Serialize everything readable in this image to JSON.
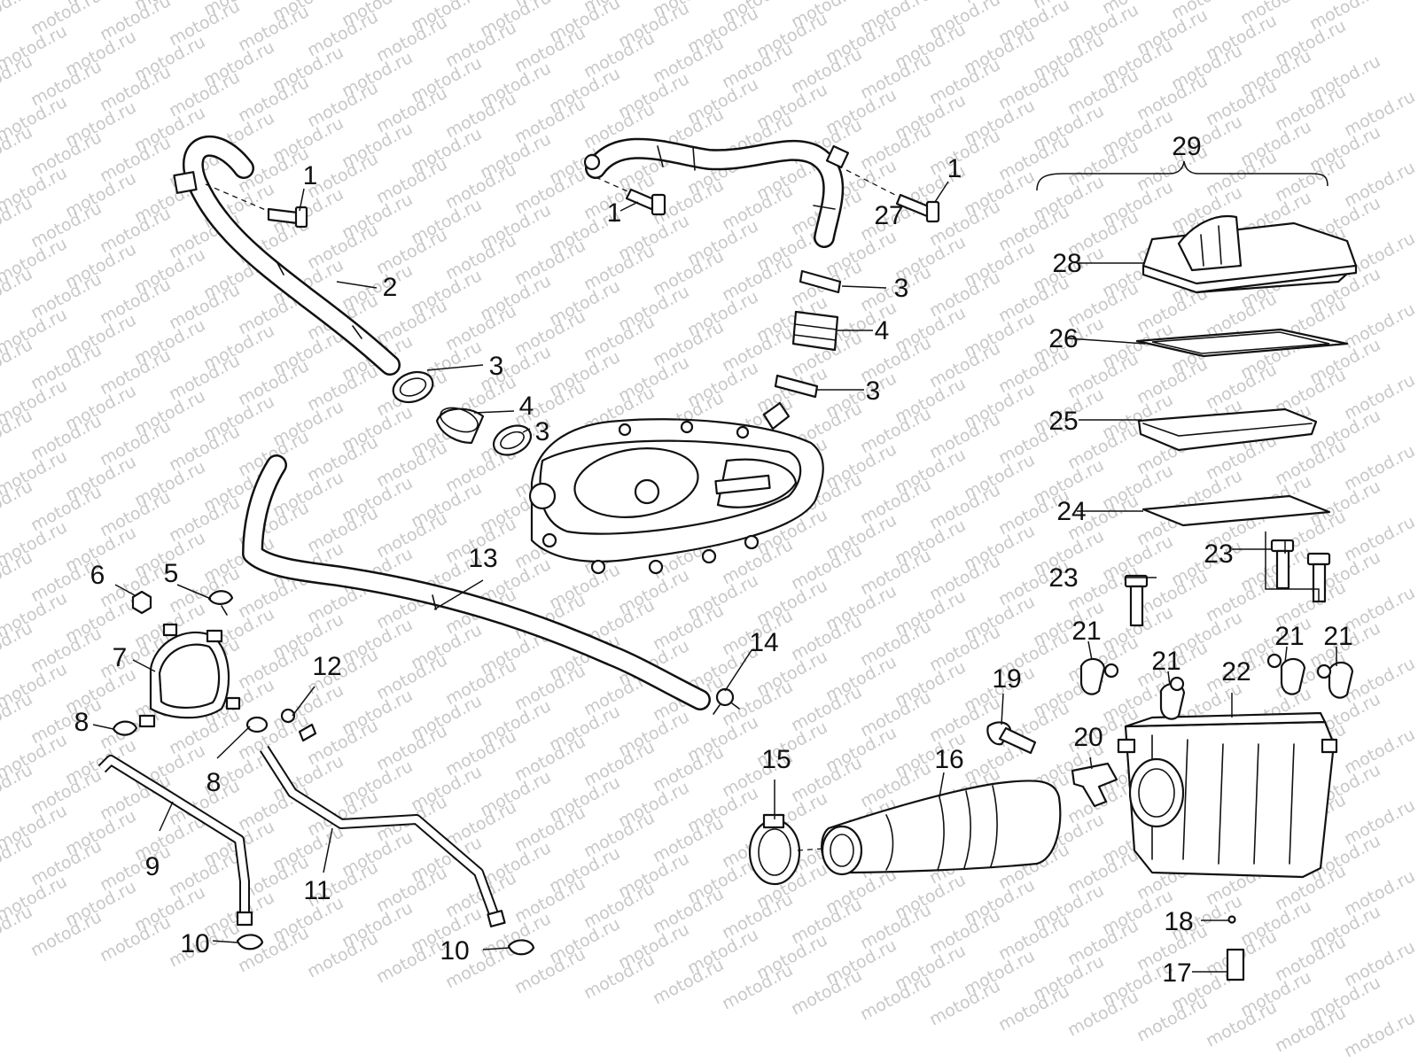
{
  "diagram": {
    "watermark_text": "motod.ru",
    "callouts": [
      {
        "id": "c1a",
        "label": "1"
      },
      {
        "id": "c1b",
        "label": "1"
      },
      {
        "id": "c1c",
        "label": "1"
      },
      {
        "id": "c2",
        "label": "2"
      },
      {
        "id": "c3a",
        "label": "3"
      },
      {
        "id": "c3b",
        "label": "3"
      },
      {
        "id": "c3c",
        "label": "3"
      },
      {
        "id": "c3d",
        "label": "3"
      },
      {
        "id": "c4a",
        "label": "4"
      },
      {
        "id": "c4b",
        "label": "4"
      },
      {
        "id": "c5",
        "label": "5"
      },
      {
        "id": "c6",
        "label": "6"
      },
      {
        "id": "c7",
        "label": "7"
      },
      {
        "id": "c8a",
        "label": "8"
      },
      {
        "id": "c8b",
        "label": "8"
      },
      {
        "id": "c9",
        "label": "9"
      },
      {
        "id": "c10a",
        "label": "10"
      },
      {
        "id": "c10b",
        "label": "10"
      },
      {
        "id": "c11",
        "label": "11"
      },
      {
        "id": "c12",
        "label": "12"
      },
      {
        "id": "c13",
        "label": "13"
      },
      {
        "id": "c14",
        "label": "14"
      },
      {
        "id": "c15",
        "label": "15"
      },
      {
        "id": "c16",
        "label": "16"
      },
      {
        "id": "c17",
        "label": "17"
      },
      {
        "id": "c18",
        "label": "18"
      },
      {
        "id": "c19",
        "label": "19"
      },
      {
        "id": "c20",
        "label": "20"
      },
      {
        "id": "c21a",
        "label": "21"
      },
      {
        "id": "c21b",
        "label": "21"
      },
      {
        "id": "c21c",
        "label": "21"
      },
      {
        "id": "c21d",
        "label": "21"
      },
      {
        "id": "c22",
        "label": "22"
      },
      {
        "id": "c23a",
        "label": "23"
      },
      {
        "id": "c23b",
        "label": "23"
      },
      {
        "id": "c24",
        "label": "24"
      },
      {
        "id": "c25",
        "label": "25"
      },
      {
        "id": "c26",
        "label": "26"
      },
      {
        "id": "c27",
        "label": "27"
      },
      {
        "id": "c28",
        "label": "28"
      },
      {
        "id": "c29",
        "label": "29"
      }
    ]
  }
}
